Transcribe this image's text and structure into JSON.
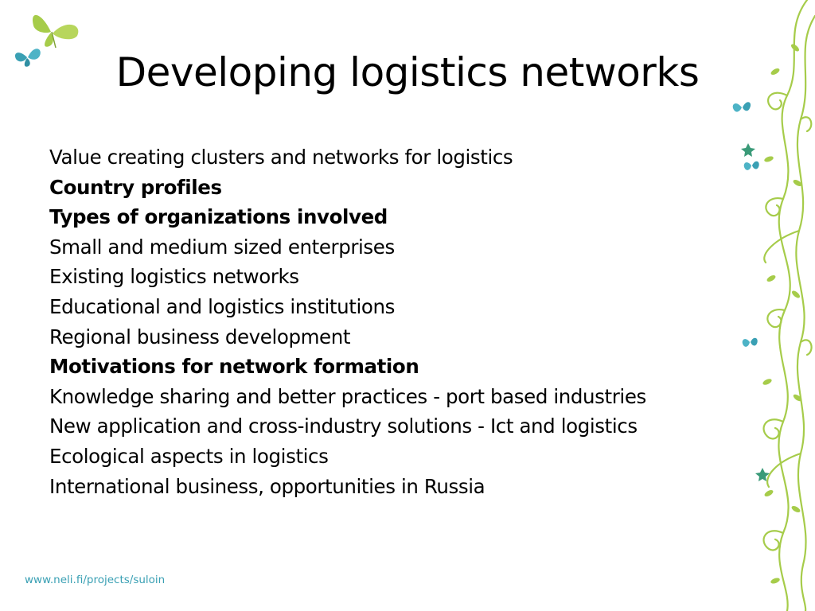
{
  "slide": {
    "title": "Developing logistics networks",
    "lines": [
      {
        "text": "Value creating clusters and networks for logistics",
        "bold": false
      },
      {
        "text": "Country profiles",
        "bold": true
      },
      {
        "text": "Types of organizations involved",
        "bold": true
      },
      {
        "text": "Small and medium sized enterprises",
        "bold": false
      },
      {
        "text": "Existing logistics networks",
        "bold": false
      },
      {
        "text": "Educational and logistics institutions",
        "bold": false
      },
      {
        "text": "Regional business development",
        "bold": false
      },
      {
        "text": "Motivations for network formation",
        "bold": true
      },
      {
        "text": "Knowledge sharing and better practices - port based industries",
        "bold": false
      },
      {
        "text": "New application and cross-industry solutions - Ict and logistics",
        "bold": false
      },
      {
        "text": "Ecological aspects in logistics",
        "bold": false
      },
      {
        "text": "International business, opportunities in Russia",
        "bold": false
      }
    ],
    "footer": "www.neli.fi/projects/suloin"
  },
  "decorations": {
    "butterfly_icons": [
      "green-butterfly-icon",
      "blue-butterfly-icon"
    ],
    "vine_border": "floral-vine-border",
    "colors": {
      "green": "#a6cc4a",
      "blue": "#3aa0b4",
      "footer": "#3aa0b4"
    }
  }
}
